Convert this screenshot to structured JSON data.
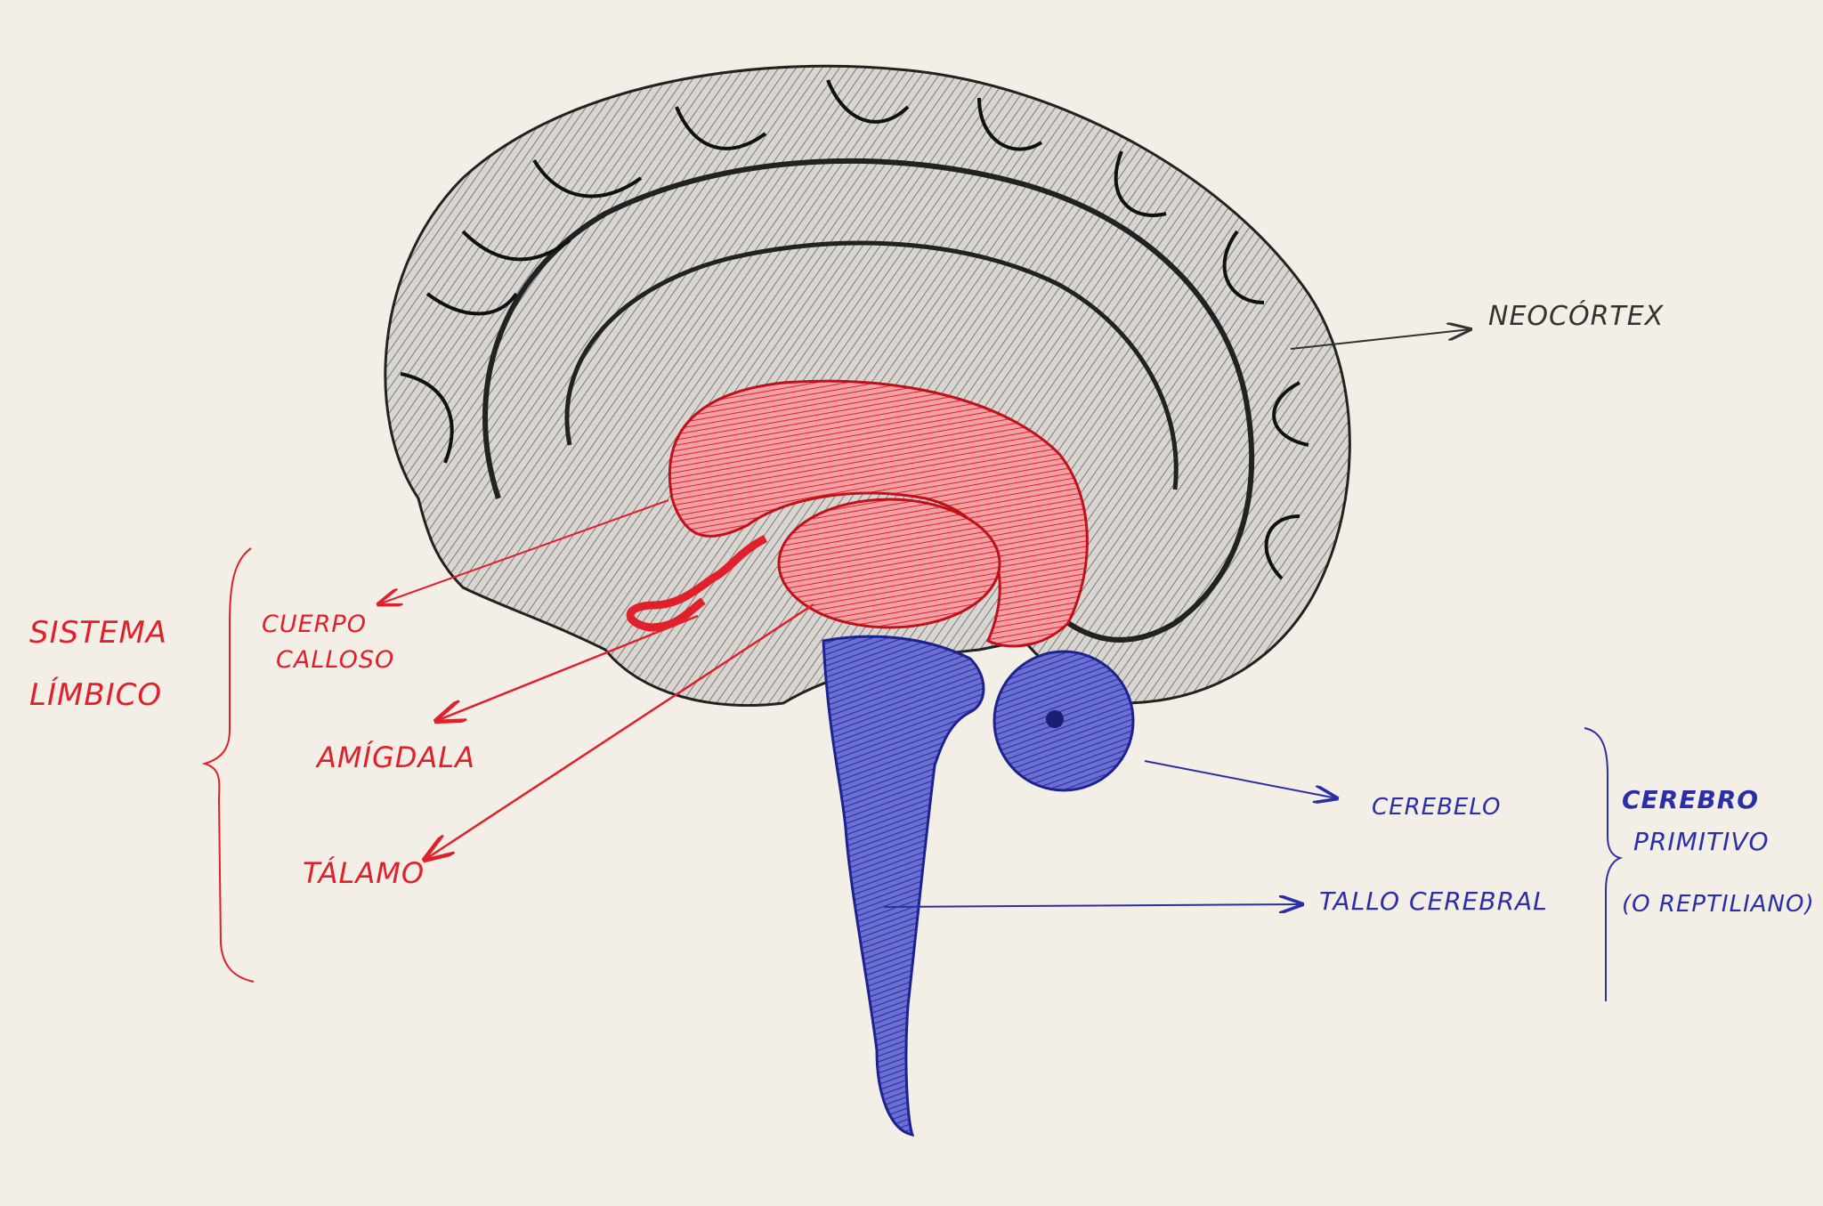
{
  "diagram": {
    "colors": {
      "paper": "#f3eee6",
      "cortex_ink": "#222222",
      "limbic": "#e0202a",
      "primitive": "#2a2fa8"
    },
    "labels": {
      "neocortex": "NEOCÓRTEX",
      "limbic_group_line1": "SISTEMA",
      "limbic_group_line2": "LÍMBICO",
      "corpus_callosum_line1": "CUERPO",
      "corpus_callosum_line2": "CALLOSO",
      "amygdala": "AMÍGDALA",
      "thalamus": "TÁLAMO",
      "cerebellum": "CEREBELO",
      "brainstem": "TALLO CEREBRAL",
      "primitive_group_line1": "CEREBRO",
      "primitive_group_line2": "PRIMITIVO",
      "primitive_group_line3": "(O REPTILIANO)"
    }
  }
}
